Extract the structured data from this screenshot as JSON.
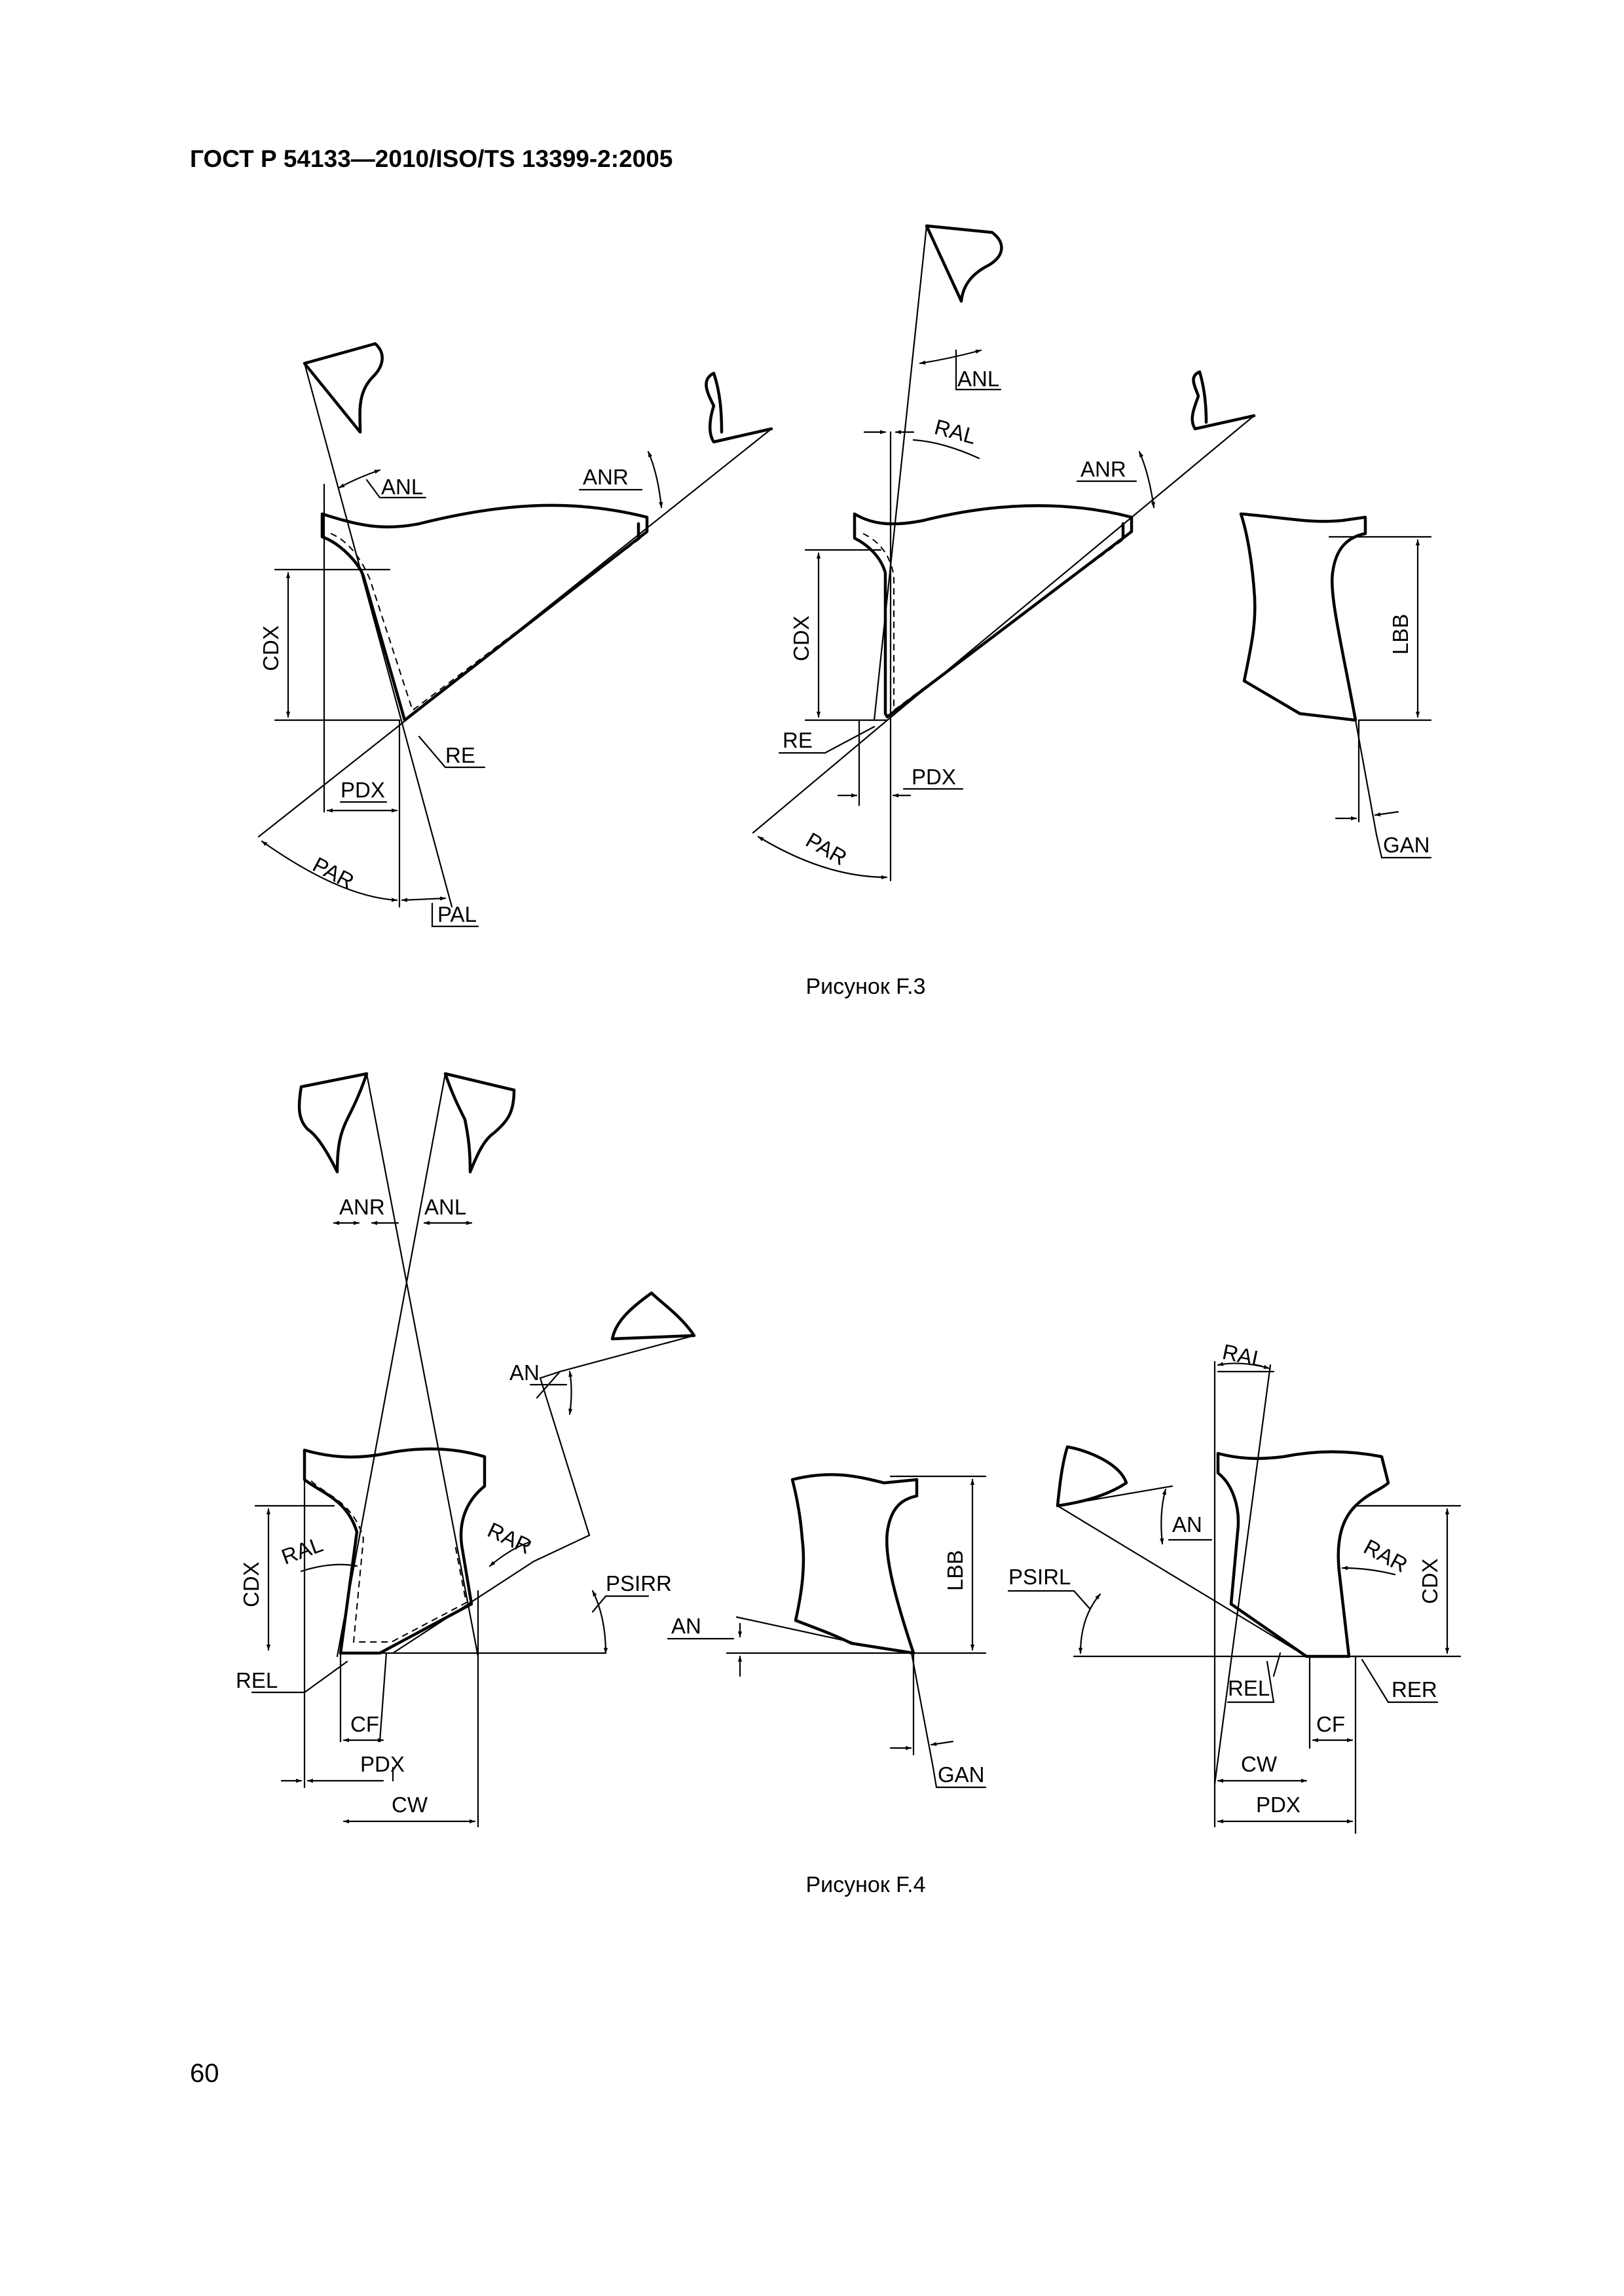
{
  "header": "ГОСТ Р 54133—2010/ISO/TS 13399-2:2005",
  "page_number": "60",
  "captions": {
    "f3": "Рисунок F.3",
    "f4": "Рисунок F.4"
  },
  "labels": {
    "f3a": {
      "anl": "ANL",
      "anr": "ANR",
      "cdx": "CDX",
      "re": "RE",
      "pdx": "PDX",
      "par": "PAR",
      "pal": "PAL"
    },
    "f3b": {
      "anl": "ANL",
      "ral": "RAL",
      "anr": "ANR",
      "cdx": "CDX",
      "re": "RE",
      "pdx": "PDX",
      "par": "PAR"
    },
    "f3c": {
      "lbb": "LBB",
      "gan": "GAN"
    },
    "f4a": {
      "anr": "ANR",
      "anl": "ANL",
      "an": "AN",
      "ral": "RAL",
      "rar": "RAR",
      "cdx": "CDX",
      "psirr": "PSIRR",
      "rel": "REL",
      "cf": "CF",
      "pdx": "PDX",
      "cw": "CW"
    },
    "f4b": {
      "an": "AN",
      "lbb": "LBB",
      "gan": "GAN"
    },
    "f4c": {
      "ral": "RAL",
      "an": "AN",
      "rar": "RAR",
      "psirl": "PSIRL",
      "cdx": "CDX",
      "rel": "REL",
      "cf": "CF",
      "rer": "RER",
      "cw": "CW",
      "pdx": "PDX"
    }
  }
}
